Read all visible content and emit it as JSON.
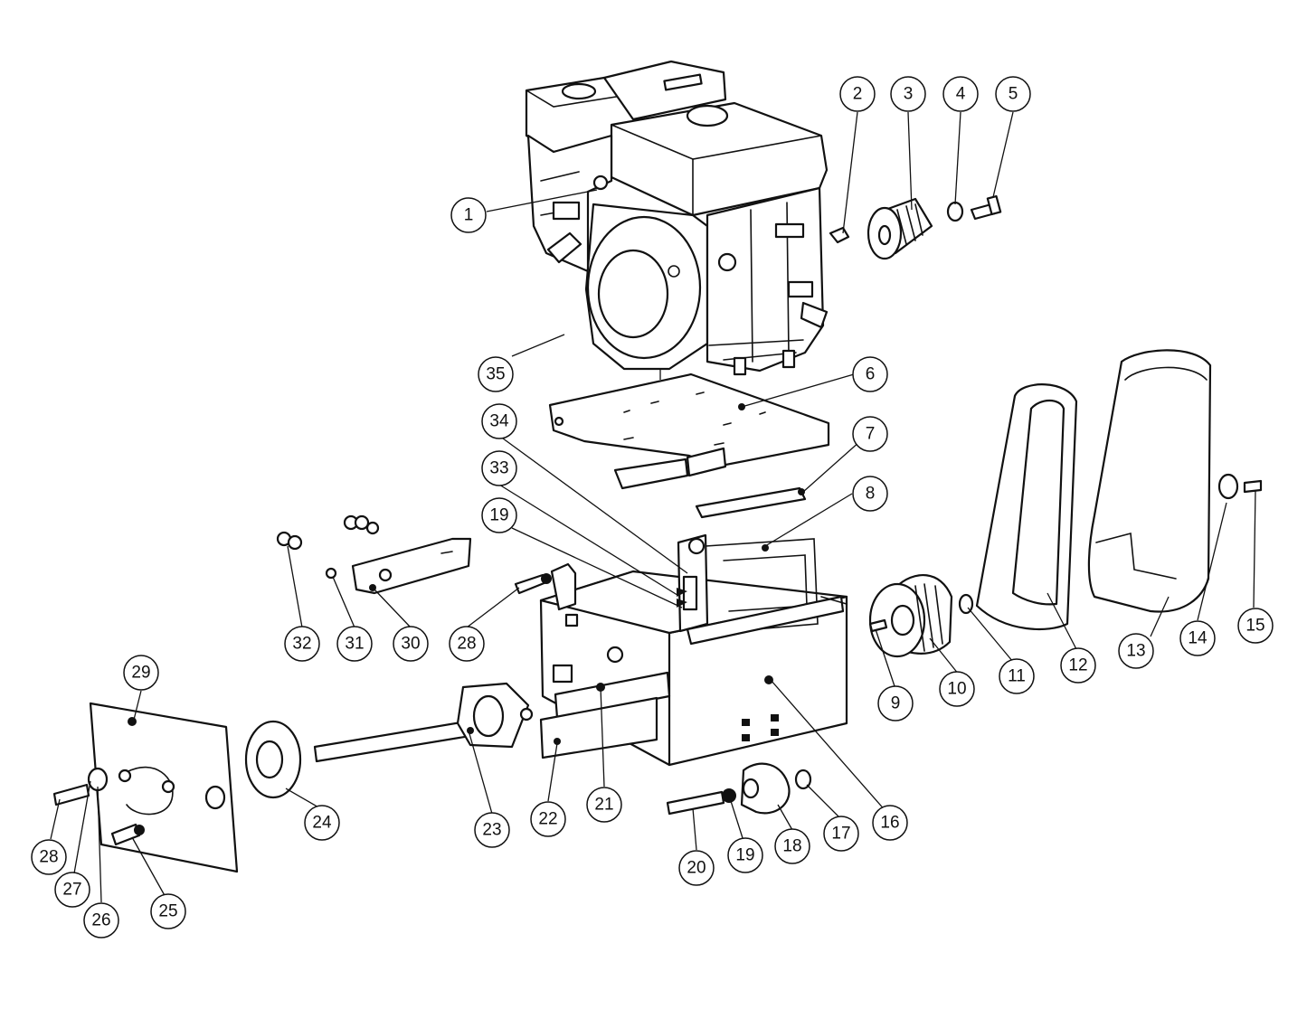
{
  "callouts": [
    {
      "id": "c1",
      "label": "1"
    },
    {
      "id": "c2",
      "label": "2"
    },
    {
      "id": "c3",
      "label": "3"
    },
    {
      "id": "c4",
      "label": "4"
    },
    {
      "id": "c5",
      "label": "5"
    },
    {
      "id": "c6",
      "label": "6"
    },
    {
      "id": "c7",
      "label": "7"
    },
    {
      "id": "c8",
      "label": "8"
    },
    {
      "id": "c9",
      "label": "9"
    },
    {
      "id": "c10",
      "label": "10"
    },
    {
      "id": "c11",
      "label": "11"
    },
    {
      "id": "c12",
      "label": "12"
    },
    {
      "id": "c13",
      "label": "13"
    },
    {
      "id": "c14",
      "label": "14"
    },
    {
      "id": "c15",
      "label": "15"
    },
    {
      "id": "c16",
      "label": "16"
    },
    {
      "id": "c17",
      "label": "17"
    },
    {
      "id": "c18",
      "label": "18"
    },
    {
      "id": "c19a",
      "label": "19"
    },
    {
      "id": "c19b",
      "label": "19"
    },
    {
      "id": "c20",
      "label": "20"
    },
    {
      "id": "c21",
      "label": "21"
    },
    {
      "id": "c22",
      "label": "22"
    },
    {
      "id": "c23",
      "label": "23"
    },
    {
      "id": "c24",
      "label": "24"
    },
    {
      "id": "c25",
      "label": "25"
    },
    {
      "id": "c26",
      "label": "26"
    },
    {
      "id": "c27",
      "label": "27"
    },
    {
      "id": "c28a",
      "label": "28"
    },
    {
      "id": "c28b",
      "label": "28"
    },
    {
      "id": "c29",
      "label": "29"
    },
    {
      "id": "c30",
      "label": "30"
    },
    {
      "id": "c31",
      "label": "31"
    },
    {
      "id": "c32",
      "label": "32"
    },
    {
      "id": "c33",
      "label": "33"
    },
    {
      "id": "c34",
      "label": "34"
    },
    {
      "id": "c35",
      "label": "35"
    }
  ]
}
